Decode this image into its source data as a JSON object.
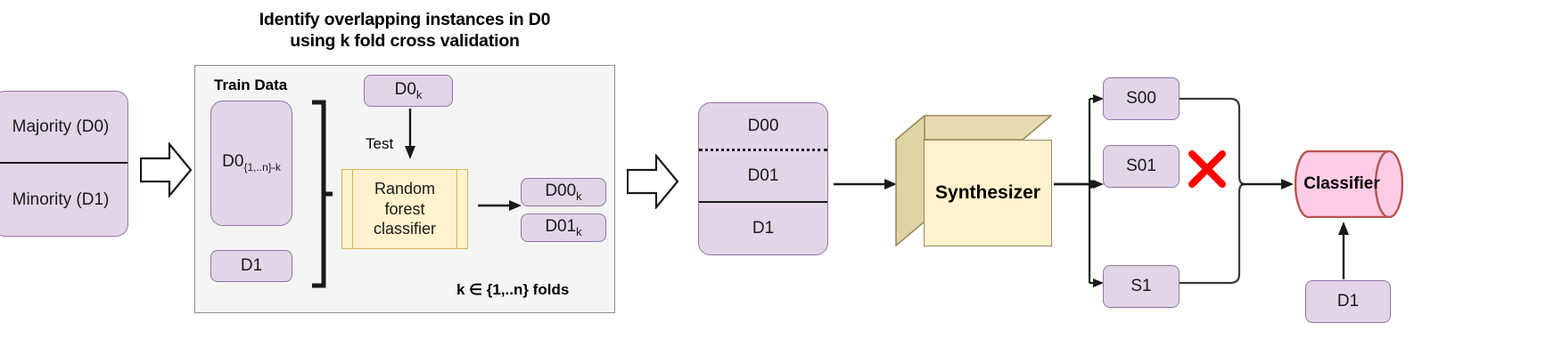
{
  "diagram": {
    "title_line1": "Identify overlapping instances in D0",
    "title_line2": "using k fold cross validation",
    "colors": {
      "purple_fill": "#e1d5e7",
      "purple_stroke": "#9673a6",
      "yellow_fill": "#fff2cc",
      "yellow_stroke": "#d6b656",
      "pink_fill": "#ffcce6",
      "pink_stroke": "#b85450",
      "panel_fill": "#f5f5f5",
      "panel_stroke": "#8c8c8c",
      "red_x": "#ff0000",
      "text": "#1a1a1a"
    }
  },
  "input_box": {
    "majority_label": "Majority (D0)",
    "minority_label": "Minority (D1)"
  },
  "train_panel": {
    "panel_label": "Train Data",
    "folds_label": "k ∈ {1,..n} folds",
    "d0_train": {
      "base": "D0",
      "subscript": "{1,..n}-k"
    },
    "d1_train": "D1",
    "d0k_test": {
      "base": "D0",
      "subscript": "k"
    },
    "test_label": "Test",
    "classifier_box": {
      "line1": "Random",
      "line2": "forest",
      "line3": "classifier"
    },
    "outputs": [
      {
        "base": "D00",
        "subscript": "k"
      },
      {
        "base": "D01",
        "subscript": "k"
      }
    ]
  },
  "triple_box": {
    "bands": [
      "D00",
      "D01",
      "D1"
    ]
  },
  "synthesizer": {
    "label": "Synthesizer"
  },
  "synthetic_nodes": [
    {
      "label": "S00"
    },
    {
      "label": "S01"
    },
    {
      "label": "S1"
    }
  ],
  "reject_marker": {
    "symbol": "✕",
    "meaning": "excluded"
  },
  "classifier": {
    "label": "Classifier"
  },
  "minority_feed": {
    "label": "D1"
  }
}
